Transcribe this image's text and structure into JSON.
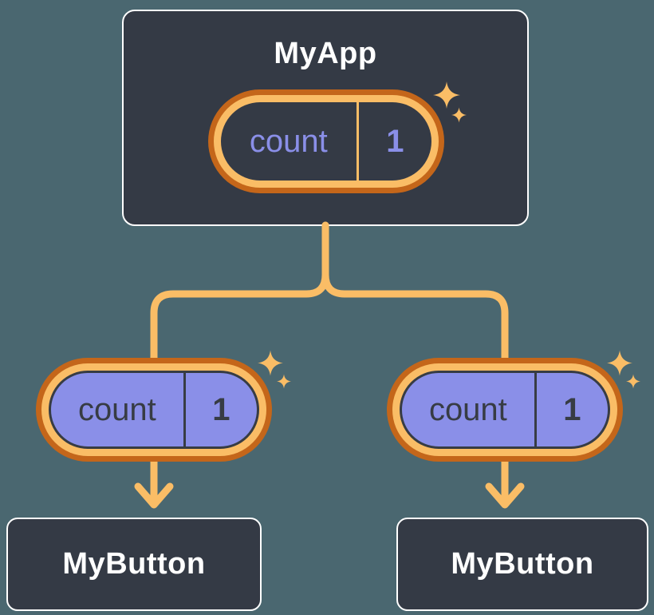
{
  "colors": {
    "background": "#4a6770",
    "node_fill": "#343a45",
    "node_border": "#ffffff",
    "accent_light": "#fabd66",
    "accent_dark": "#c4661a",
    "state_purple": "#8a8fe8",
    "text_light": "#ffffff",
    "text_dark": "#373c44"
  },
  "tree": {
    "root": {
      "title": "MyApp",
      "state": {
        "name": "count",
        "value": "1"
      }
    },
    "left_child": {
      "title": "MyButton",
      "prop": {
        "name": "count",
        "value": "1"
      }
    },
    "right_child": {
      "title": "MyButton",
      "prop": {
        "name": "count",
        "value": "1"
      }
    }
  }
}
